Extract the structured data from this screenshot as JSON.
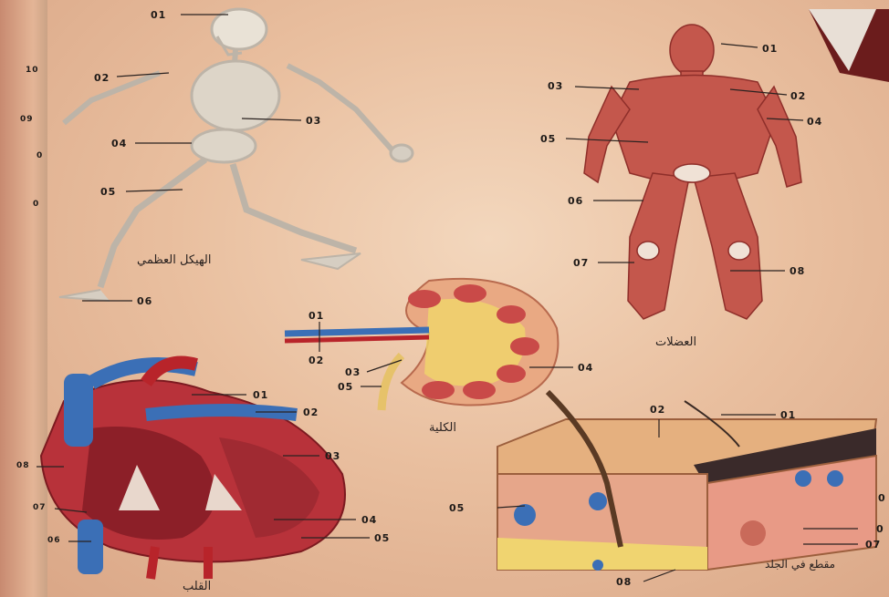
{
  "captions": {
    "skeleton": "الهيكل العظمي",
    "muscles": "العضلات",
    "kidney": "الكلية",
    "heart": "القلب",
    "skin": "مقطع في الجلد"
  },
  "skeleton_labels": [
    "01",
    "02",
    "03",
    "04",
    "05",
    "06"
  ],
  "muscle_labels": [
    "01",
    "02",
    "03",
    "04",
    "05",
    "06",
    "07",
    "08"
  ],
  "kidney_labels": [
    "01",
    "02",
    "03",
    "04",
    "05"
  ],
  "heart_labels": [
    "01",
    "02",
    "03",
    "04",
    "05",
    "06",
    "07",
    "08"
  ],
  "skin_labels": [
    "01",
    "02",
    "05",
    "08",
    "0",
    "0",
    "07"
  ],
  "edge_labels": [
    "10",
    "09",
    "0",
    "0"
  ],
  "colors": {
    "paper": "#efcdb0",
    "bone": "#e9e2d6",
    "muscle": "#c4574c",
    "vein": "#3b6fb6",
    "artery": "#b8242a"
  }
}
